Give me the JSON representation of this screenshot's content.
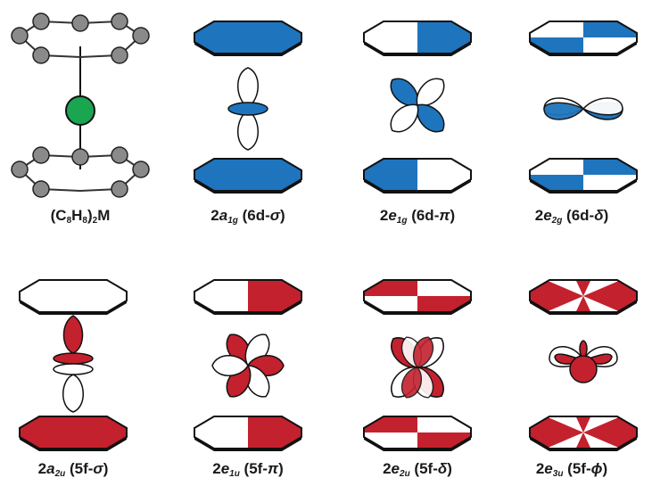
{
  "colors": {
    "blue": "#1e74bd",
    "red": "#c3212d",
    "green": "#1aa551",
    "carbon": "#8a8a8a",
    "outline": "#111111"
  },
  "labels": {
    "complex": {
      "pre": "(C",
      "sub1": "8",
      "mid": "H",
      "sub2": "8",
      "close": ")",
      "sub3": "2",
      "post": "M"
    },
    "a1g": {
      "num": "2",
      "sym": "a",
      "sub": "1g",
      "rest": " (6d-",
      "greek": "σ",
      "end": ")"
    },
    "e1g": {
      "num": "2",
      "sym": "e",
      "sub": "1g",
      "rest": " (6d-",
      "greek": "π",
      "end": ")"
    },
    "e2g": {
      "num": "2",
      "sym": "e",
      "sub": "2g",
      "rest": " (6d-",
      "greek": "δ",
      "end": ")"
    },
    "a2u": {
      "num": "2",
      "sym": "a",
      "sub": "2u",
      "rest": " (5f-",
      "greek": "σ",
      "end": ")"
    },
    "e1u": {
      "num": "2",
      "sym": "e",
      "sub": "1u",
      "rest": " (5f-",
      "greek": "π",
      "end": ")"
    },
    "e2u": {
      "num": "2",
      "sym": "e",
      "sub": "2u",
      "rest": " (5f-",
      "greek": "δ",
      "end": ")"
    },
    "e3u": {
      "num": "2",
      "sym": "e",
      "sub": "3u",
      "rest": " (5f-",
      "greek": "ϕ",
      "end": ")"
    }
  }
}
